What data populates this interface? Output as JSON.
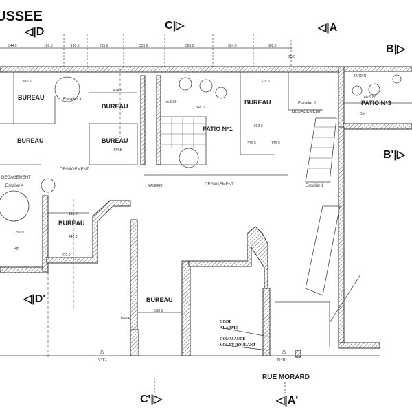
{
  "title": "USSEE",
  "sections": {
    "d": "D",
    "d_prime": "D'",
    "c": "C",
    "c_prime": "C'",
    "a": "A",
    "a_prime": "A'",
    "b": "B",
    "b_prime": "B'"
  },
  "dimensions_top": [
    "344.0",
    "190.5",
    "190.5",
    "285.0",
    "339.0",
    "386.0",
    "324.0",
    "380.0",
    "25.0"
  ],
  "rooms": {
    "bureau_1": "BUREAU",
    "bureau_2": "BUREAU",
    "bureau_3": "BUREAU",
    "bureau_4": "BUREAU",
    "bureau_5": "BUREAU",
    "bureau_6": "BUREAU",
    "bureau_7": "BUREAU",
    "escalier_1": "Escalier 1",
    "escalier_2": "Escalier 2",
    "escalier_3": "Escalier 3",
    "escalier_4": "Escalier 4",
    "degagement_1": "DEGAGEMENT",
    "degagement_2": "DEGAGEMENT",
    "degagement_3": "DEGAGEMENT",
    "degagement_4": "DEGAGEMENT",
    "patio_1": "PATIO N°1",
    "patio_3": "PATIO N°3",
    "galerie": "GALERIE",
    "issue": "issue",
    "jardin": "JARDIN"
  },
  "room_dims": [
    "435.5",
    "474.5",
    "474.5",
    "319.0",
    "376.0",
    "378.0",
    "290.0",
    "279.0",
    "440.0",
    "318.0",
    "562.0",
    "136.0",
    "548.0",
    "niv 0.89",
    "niv 0.80",
    "Rgt",
    "Dgt"
  ],
  "notes": {
    "code_alarme_1": "CODE",
    "code_alarme_2": "ALARME",
    "commande_1": "COMMANDE",
    "commande_2": "VOLET ROULANT"
  },
  "entrances": {
    "n12": "N°12",
    "n10": "N°10"
  },
  "street": "RUE MORARD"
}
